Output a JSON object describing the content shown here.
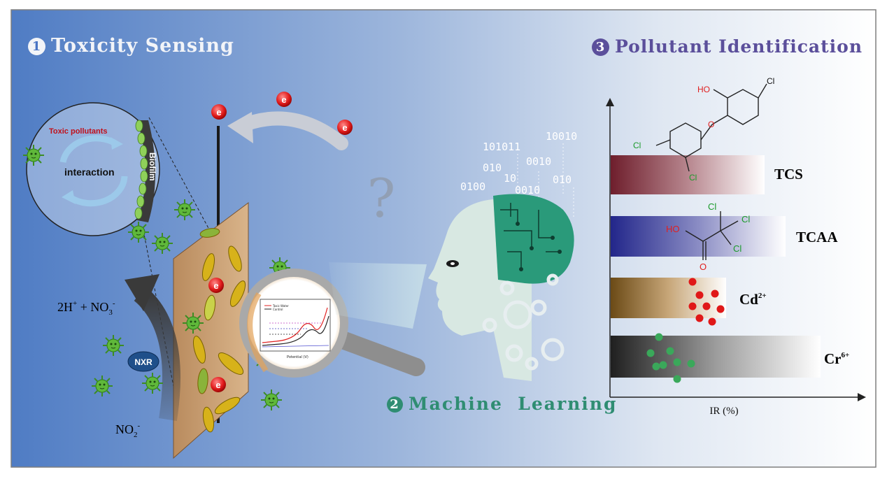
{
  "sections": {
    "s1": {
      "num": "1",
      "title": "Toxicity Sensing"
    },
    "s2": {
      "num": "2",
      "title": "Machine  Learning"
    },
    "s3": {
      "num": "3",
      "title": "Pollutant Identification"
    }
  },
  "inset": {
    "pollutants": "Toxic pollutants",
    "interaction": "interaction",
    "biofilm": "Biofilm"
  },
  "electron": "e",
  "reaction": {
    "left": "2H",
    "left_sup": "+",
    "plus": " + NO",
    "left_sub": "3",
    "left_sup2": "-",
    "product": "NO",
    "product_sub": "2",
    "product_sup": "-"
  },
  "enzyme": "NXR",
  "question": "?",
  "binary": [
    "10010",
    "101011",
    "010",
    "0010",
    "10",
    "0100",
    "0010",
    "010"
  ],
  "cv_legend": [
    "Toxic Water",
    "Control"
  ],
  "cv_xlabel": "Potential (V)",
  "ir_axis_label": "IR (%)",
  "pollutants": [
    {
      "name": "TCS",
      "sup": "",
      "color": "#7a2030"
    },
    {
      "name": "TCAA",
      "sup": "",
      "color": "#2b2f8c"
    },
    {
      "name": "Cd",
      "sup": "2+",
      "color": "#7a5a20"
    },
    {
      "name": "Cr",
      "sup": "6+",
      "color": "#2a2a2a"
    }
  ],
  "tcs_atoms": {
    "cl_top": "Cl",
    "ho": "HO",
    "cl_left": "Cl",
    "o": "O",
    "cl_bottom": "Cl"
  },
  "tcaa_atoms": {
    "cl1": "Cl",
    "cl2": "Cl",
    "cl3": "Cl",
    "ho": "HO",
    "o": "O"
  }
}
